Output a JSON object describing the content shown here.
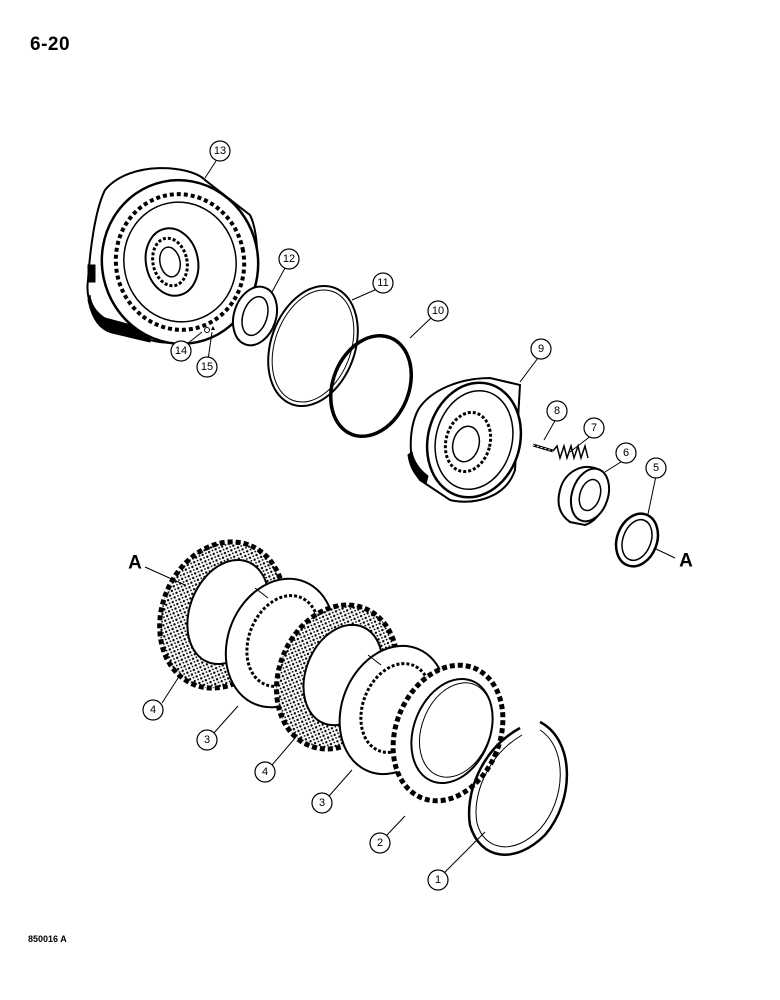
{
  "page": {
    "number": "6-20",
    "figure_code": "850016 A"
  },
  "callouts": [
    {
      "id": "callout-13",
      "label": "13"
    },
    {
      "id": "callout-12",
      "label": "12"
    },
    {
      "id": "callout-11",
      "label": "11"
    },
    {
      "id": "callout-10",
      "label": "10"
    },
    {
      "id": "callout-9",
      "label": "9"
    },
    {
      "id": "callout-8",
      "label": "8"
    },
    {
      "id": "callout-7",
      "label": "7"
    },
    {
      "id": "callout-6",
      "label": "6"
    },
    {
      "id": "callout-5",
      "label": "5"
    },
    {
      "id": "callout-14",
      "label": "14"
    },
    {
      "id": "callout-15",
      "label": "15"
    },
    {
      "id": "callout-4a",
      "label": "4"
    },
    {
      "id": "callout-3a",
      "label": "3"
    },
    {
      "id": "callout-4b",
      "label": "4"
    },
    {
      "id": "callout-3b",
      "label": "3"
    },
    {
      "id": "callout-2",
      "label": "2"
    },
    {
      "id": "callout-1",
      "label": "1"
    }
  ],
  "references": {
    "left": "A",
    "right": "A"
  }
}
